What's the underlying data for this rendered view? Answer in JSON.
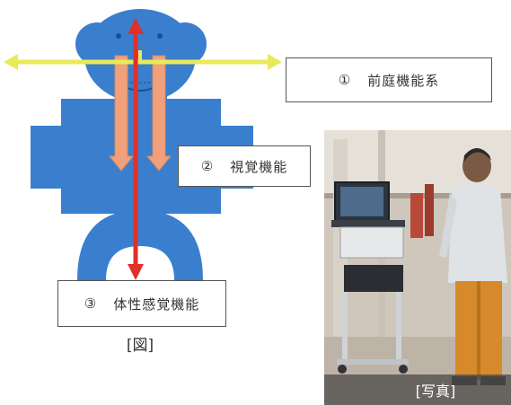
{
  "diagram": {
    "caption": "[図]",
    "labels": {
      "vestibular": {
        "number": "①",
        "text": "前庭機能系"
      },
      "visual": {
        "number": "②",
        "text": "視覚機能"
      },
      "somatosensory": {
        "number": "③",
        "text": "体性感覚機能"
      }
    },
    "colors": {
      "body": "#3a7fce",
      "vertical_arrow": "#e0302a",
      "horizontal_arrow": "#e8ea5a",
      "visual_arrows": "#f0a07a"
    }
  },
  "photo": {
    "caption": "[写真]",
    "depicts": "man standing next to a cart with a laptop and measuring equipment"
  }
}
